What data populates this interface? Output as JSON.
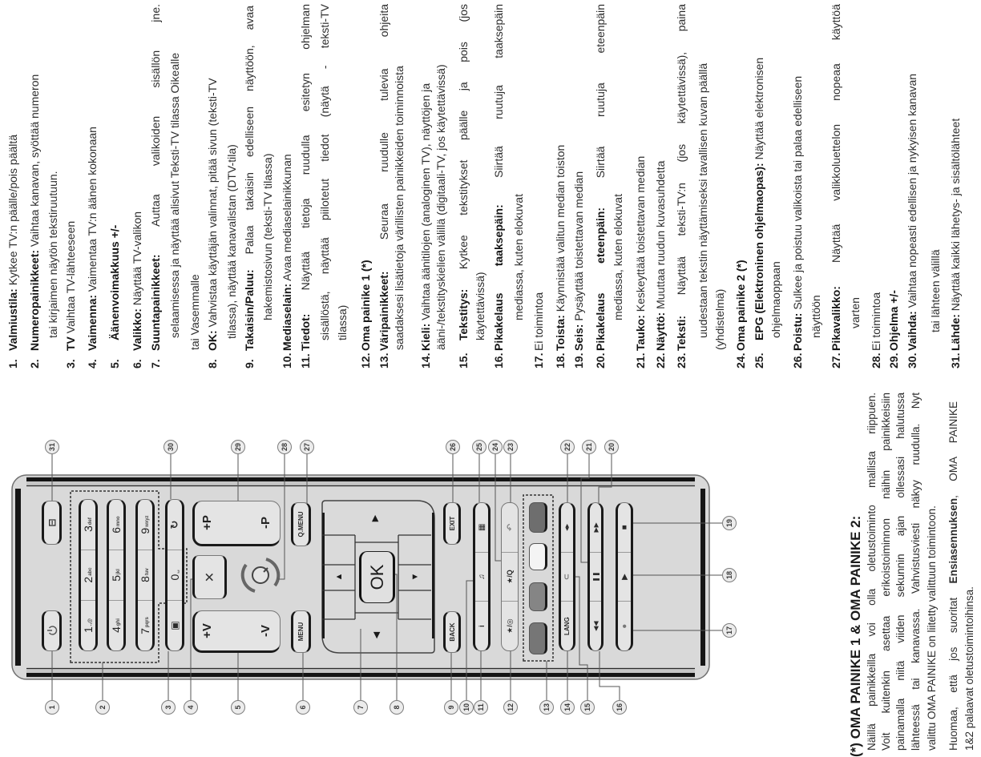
{
  "list": {
    "items": [
      {
        "num": "1.",
        "label": "Valmiustila:",
        "desc": "Kytkee TV:n päälle/pois päältä",
        "cont": []
      },
      {
        "num": "2.",
        "label": "Numeropainikkeet:",
        "desc": "Vaihtaa kanavan, syöttää numeron",
        "cont": [
          "tai kirjaimen näytön tekstiruutuun."
        ]
      },
      {
        "num": "3.",
        "label": "TV",
        "desc": "Vaihtaa TV-lähteeseen",
        "cont": []
      },
      {
        "num": "4.",
        "label": "Vaimenna:",
        "desc": "Vaimentaa TV:n äänen kokonaan",
        "cont": []
      },
      {
        "num": "5.",
        "label": "Äänenvoimakkuus +/-",
        "desc": "",
        "cont": []
      },
      {
        "num": "6.",
        "label": "Valikko:",
        "desc": "Näyttää TV-valikon",
        "cont": []
      },
      {
        "num": "7.",
        "label": "Suuntapainikkeet:",
        "desc": "Auttaa valikoiden sisällön jne.",
        "cont": [
          "selaamisessa ja näyttää alisivut Teksti-TV tilassa Oikealle",
          "tai Vasemmalle"
        ]
      },
      {
        "num": "8.",
        "label": "OK:",
        "desc": "Vahvistaa käyttäjän valinnat, pitää sivun (teksti-TV",
        "cont": [
          "tilassa), näyttää kanavalistan (DTV-tila)"
        ]
      },
      {
        "num": "9.",
        "label": "Takaisin/Paluu:",
        "desc": "Palaa takaisin edelliseen näyttöön, avaa",
        "cont": [
          "hakemistosivun (teksti-TV tilassa)"
        ]
      },
      {
        "num": "10.",
        "label": "Mediaselain:",
        "desc": "Avaa mediaselainikkunan",
        "cont": []
      },
      {
        "num": "11.",
        "label": "Tiedot:",
        "desc": "Näyttää tietoja ruudulla esitetyn ohjelman",
        "cont": [
          "sisällöstä, näyttää piilotetut tiedot (näytä - teksti-TV",
          "tilassa)"
        ]
      },
      {
        "num": "12.",
        "label": "Oma painike 1 (*)",
        "desc": "",
        "cont": []
      },
      {
        "num": "13.",
        "label": "Väripainikkeet:",
        "desc": "Seuraa ruudulle tulevia ohjeita",
        "cont": [
          "saadaksesi lisätietoja värillisten painikkeiden toiminnoista"
        ]
      },
      {
        "num": "14.",
        "label": "Kieli:",
        "desc": "Vaihtaa äänitilojen (analoginen TV), näyttöjen ja",
        "cont": [
          "ääni-/tekstityskielien välillä (digitaali-TV, jos käytettävissä)"
        ]
      },
      {
        "num": "15.",
        "label": "Tekstitys:",
        "desc": "Kytkee tekstitykset päälle ja pois (jos",
        "cont": [
          "käytettävissä)"
        ]
      },
      {
        "num": "16.",
        "label": "Pikakelaus taaksepäin:",
        "desc": "Siirtää ruutuja taaksepäin",
        "cont": [
          "mediassa, kuten elokuvat"
        ]
      },
      {
        "num": "17.",
        "label": "",
        "desc": "Ei toimintoa",
        "cont": []
      },
      {
        "num": "18.",
        "label": "Toista:",
        "desc": "Käynnistää valitun median toiston",
        "cont": []
      },
      {
        "num": "19.",
        "label": "Seis:",
        "desc": "Pysäyttää toistettavan median",
        "cont": []
      },
      {
        "num": "20.",
        "label": "Pikakelaus eteenpäin:",
        "desc": "Siirtää ruutuja eteenpäin",
        "cont": [
          "mediassa, kuten elokuvat"
        ]
      },
      {
        "num": "21.",
        "label": "Tauko:",
        "desc": "Keskeyttää toistettavan median",
        "cont": []
      },
      {
        "num": "22.",
        "label": "Näyttö:",
        "desc": "Muuttaa ruudun kuvasuhdetta",
        "cont": []
      },
      {
        "num": "23.",
        "label": "Teksti:",
        "desc": "Näyttää teksti-TV:n (jos käytettävissä), paina",
        "cont": [
          "uudestaan tekstin näyttämiseksi tavallisen kuvan päällä",
          "(yhdistelmä)"
        ]
      },
      {
        "num": "24.",
        "label": "Oma painike 2 (*)",
        "desc": "",
        "cont": []
      },
      {
        "num": "25.",
        "label": "EPG (Elektroninen ohjelmaopas):",
        "desc": "Näyttää elektronisen",
        "cont": [
          "ohjelmaoppaan"
        ]
      },
      {
        "num": "26.",
        "label": "Poistu:",
        "desc": "Sulkee ja poistuu valikoista tai palaa edelliseen",
        "cont": [
          "näyttöön"
        ]
      },
      {
        "num": "27.",
        "label": "Pikavalikko:",
        "desc": "Näyttää valikkoluettelon nopeaa käyttöä",
        "cont": [
          "varten"
        ]
      },
      {
        "num": "28.",
        "label": "",
        "desc": "Ei toimintoa",
        "cont": []
      },
      {
        "num": "29.",
        "label": "Ohjelma +/-",
        "desc": "",
        "cont": []
      },
      {
        "num": "30.",
        "label": "Vaihda:",
        "desc": "Vaihtaa nopeasti edellisen ja nykyisen kanavan",
        "cont": [
          "tai lähteen välillä"
        ]
      },
      {
        "num": "31.",
        "label": "Lähde:",
        "desc": "Näyttää kaikki lähetys- ja sisältölähteet",
        "cont": []
      }
    ]
  },
  "note": {
    "heading": "(*) OMA PAINIKE 1 & OMA PAINIKE 2:",
    "lines": [
      "Näillä painikkeilla voi olla oletustoiminto mallista riippuen.",
      "Voit kuitenkin asettaa erikoistoiminnon näihin painikkeisiin",
      "painamalla niitä viiden sekunnin ajan ollessasi halutussa",
      "lähteessä tai kanavassa. Vahvistusviesti näkyy ruudulla. Nyt",
      "valittu OMA PAINIKE on liitetty valittuun toimintoon.",
      "1&2 palaavat oletustoimintoihinsa."
    ],
    "warning": {
      "pre": "Huomaa, että jos suoritat ",
      "bold": "Ensiasennuksen",
      "post": ", OMA PAINIKE"
    }
  },
  "remote": {
    "source_key": "⊟",
    "numpad": [
      {
        "digit": "1",
        "sub": ".,@"
      },
      {
        "digit": "2",
        "sub": "abc"
      },
      {
        "digit": "3",
        "sub": "def"
      },
      {
        "digit": "4",
        "sub": "ghi"
      },
      {
        "digit": "5",
        "sub": "jkl"
      },
      {
        "digit": "6",
        "sub": "mno"
      },
      {
        "digit": "7",
        "sub": "pqrs"
      },
      {
        "digit": "8",
        "sub": "tuv"
      },
      {
        "digit": "9",
        "sub": "wxyz"
      },
      {
        "digit": "0",
        "sub": "␣"
      }
    ],
    "tv_key": "▣",
    "swap_key": "↻",
    "mute_key": "✕",
    "volume": {
      "plus": "+V",
      "minus": "-V"
    },
    "program": {
      "plus": "+P",
      "minus": "-P"
    },
    "menu_key": "MENU",
    "qmenu_key": "Q.MENU",
    "dpad": {
      "up": "▲",
      "down": "▼",
      "left": "◀",
      "right": "▶",
      "ok": "OK"
    },
    "back_key": "BACK",
    "exit_key": "EXIT",
    "info_key": "i",
    "media_key": "♫",
    "epg_key": "▦",
    "my_button_1": "★/◎",
    "my_button_2": "★/Q",
    "text_key": "↶",
    "color_keys": [
      {
        "name": "red",
        "color": "#767676",
        "css": "background:#767676"
      },
      {
        "name": "green",
        "color": "#858585",
        "css": "background:#858585"
      },
      {
        "name": "yellow",
        "color": "#f4f4f4",
        "css": "background:#f4f4f4"
      },
      {
        "name": "blue",
        "color": "#6e6e6e",
        "css": "background:#6e6e6e"
      }
    ],
    "lang_key": "LANG",
    "subtitle_key": "⊂",
    "screen_key": "◂▸",
    "rewind_key": "◀◀",
    "pause_key": "❚❚",
    "ffwd_key": "▶▶",
    "record_key": "●",
    "play_key": "▶",
    "stop_key": "■"
  },
  "callouts": [
    "1",
    "2",
    "3",
    "4",
    "5",
    "6",
    "7",
    "8",
    "9",
    "10",
    "11",
    "12",
    "13",
    "14",
    "15",
    "16",
    "17",
    "18",
    "19",
    "20",
    "21",
    "22",
    "23",
    "24",
    "25",
    "26",
    "27",
    "28",
    "29",
    "30",
    "31"
  ]
}
